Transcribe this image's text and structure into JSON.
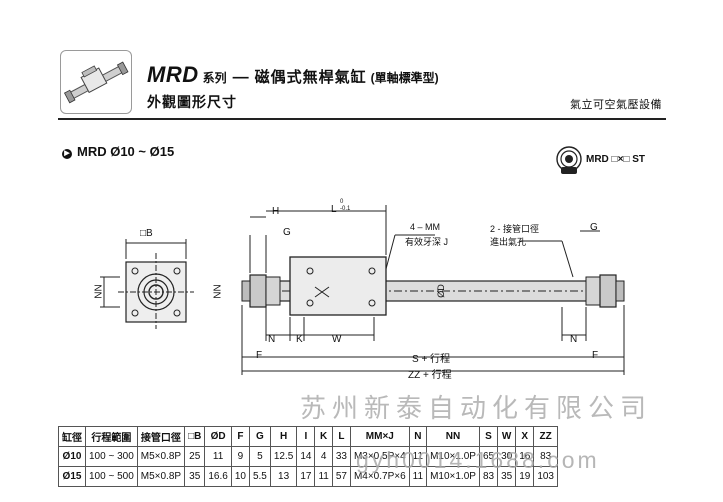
{
  "header": {
    "series": "MRD",
    "series_label": "系列",
    "dash": "—",
    "product_name": "磁偶式無桿氣缸",
    "product_sub": "(單軸標準型)",
    "subtitle": "外觀圖形尺寸",
    "brand_right": "氣立可空氣壓設備"
  },
  "section": {
    "bullet": "▶",
    "label": "MRD Ø10 ~ Ø15",
    "model_code": "MRD □×□ ST"
  },
  "drawing": {
    "dim_B": "□B",
    "dim_H": "H",
    "dim_L": "L",
    "tol_upper": "0",
    "tol_lower": "-0.1",
    "dim_G": "G",
    "note_mm": "4 – MM",
    "note_mm_2": "有效牙深 J",
    "note_port": "2 - 接管口徑",
    "note_port_2": "進出氣孔",
    "dim_G2": "G",
    "dim_NN": "NN",
    "dim_OD": "ØD",
    "dim_N": "N",
    "dim_K": "K",
    "dim_W": "W",
    "dim_N2": "N",
    "dim_F": "F",
    "dim_S": "S + 行程",
    "dim_F2": "F",
    "dim_ZZ": "ZZ + 行程"
  },
  "watermark": "苏州新泰自动化有限公司",
  "watermark2": "gyh0014.1688.com",
  "table": {
    "headers": [
      "缸徑",
      "行程範圍",
      "接管口徑",
      "□B",
      "ØD",
      "F",
      "G",
      "H",
      "I",
      "K",
      "L",
      "MM×J",
      "N",
      "NN",
      "S",
      "W",
      "X",
      "ZZ"
    ],
    "rows": [
      [
        "Ø10",
        "100 ~ 300",
        "M5×0.8P",
        "25",
        "11",
        "9",
        "5",
        "12.5",
        "14",
        "4",
        "33",
        "M3×0.5P×4",
        "11",
        "M10×1.0P",
        "65",
        "30",
        "16",
        "83"
      ],
      [
        "Ø15",
        "100 ~ 500",
        "M5×0.8P",
        "35",
        "16.6",
        "10",
        "5.5",
        "13",
        "17",
        "11",
        "57",
        "M4×0.7P×6",
        "11",
        "M10×1.0P",
        "83",
        "35",
        "19",
        "103"
      ]
    ]
  }
}
